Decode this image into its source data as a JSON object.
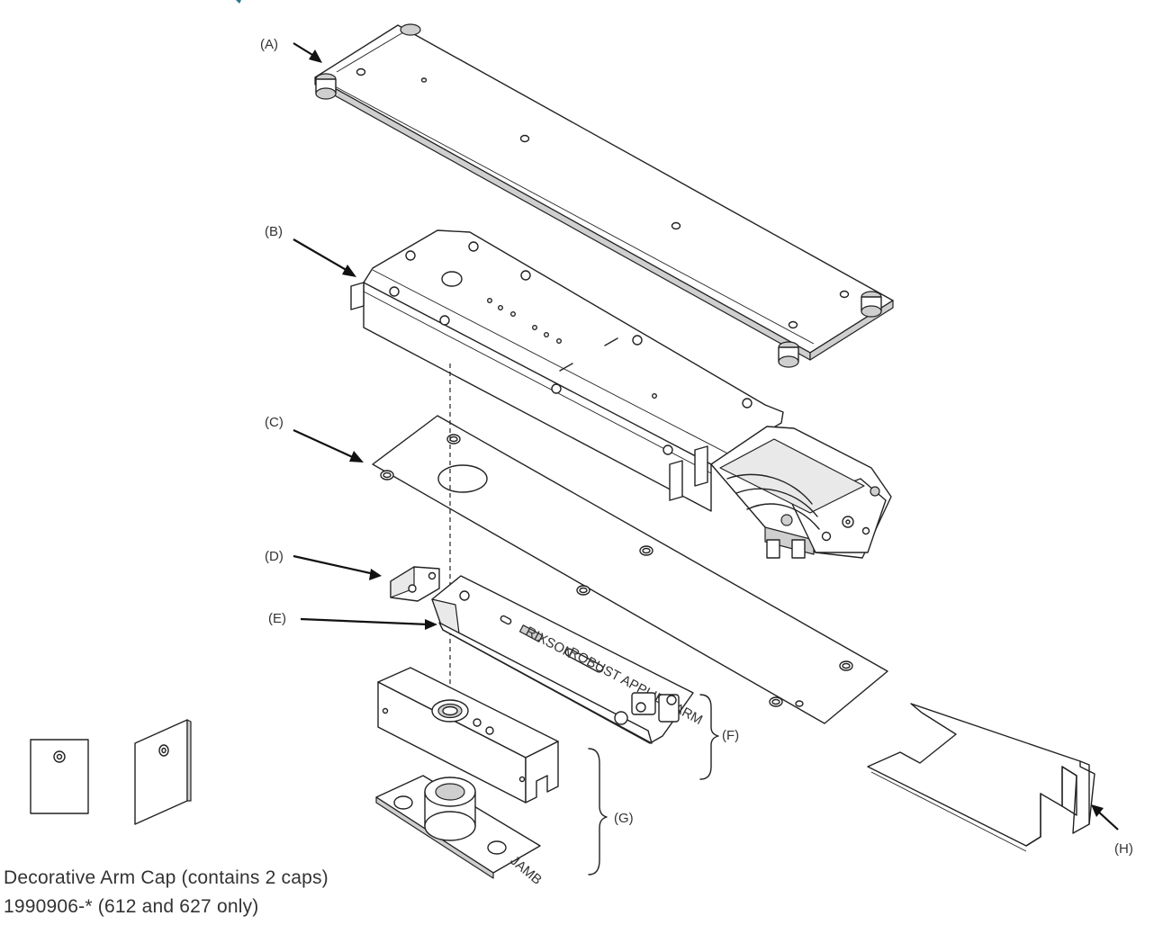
{
  "labels": {
    "A": "(A)",
    "B": "(B)",
    "C": "(C)",
    "D": "(D)",
    "E": "(E)",
    "F": "(F)",
    "G": "(G)",
    "H": "(H)"
  },
  "caption": {
    "line1": "Decorative Arm Cap (contains 2 caps)",
    "line2": "1990906-* (612 and 627 only)"
  },
  "arm_text": {
    "brand": "RIXSON",
    "model": "ROBUST APPLIED ARM"
  },
  "jamb_text": "JAMB",
  "colors": {
    "line": "#222222",
    "text": "#333333",
    "header_accent": "#2a7a8c"
  }
}
